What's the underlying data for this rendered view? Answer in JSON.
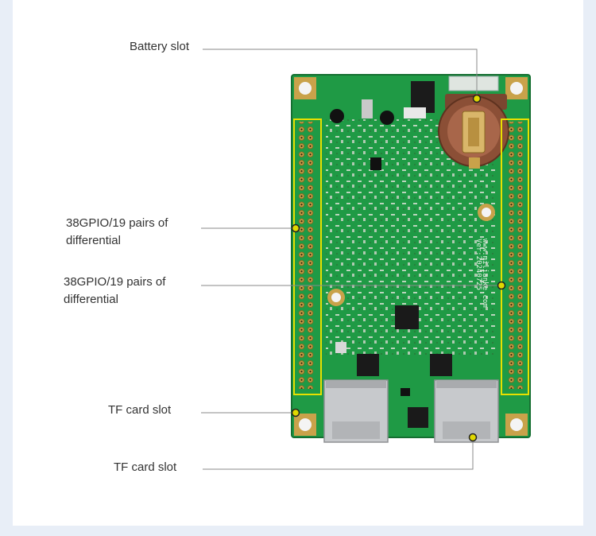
{
  "callouts": {
    "battery_slot": "Battery slot",
    "gpio_left_line1": "38GPIO/19 pairs of",
    "gpio_left_line2": "differential",
    "gpio_right_line1": "38GPIO/19 pairs of",
    "gpio_right_line2": "differential",
    "tf_slot_left": "TF card slot",
    "tf_slot_right": "TF card slot"
  },
  "board": {
    "silkscreen_line1": "Ver:20240725",
    "silkscreen_line2": "www.milianke.com"
  },
  "colors": {
    "page_bg": "#e8eef7",
    "card_bg": "#ffffff",
    "pcb_green": "#1f9a45",
    "header_outline": "#e8e000",
    "callout_dot": "#e0d800",
    "leader_line": "#8a8a8a"
  }
}
